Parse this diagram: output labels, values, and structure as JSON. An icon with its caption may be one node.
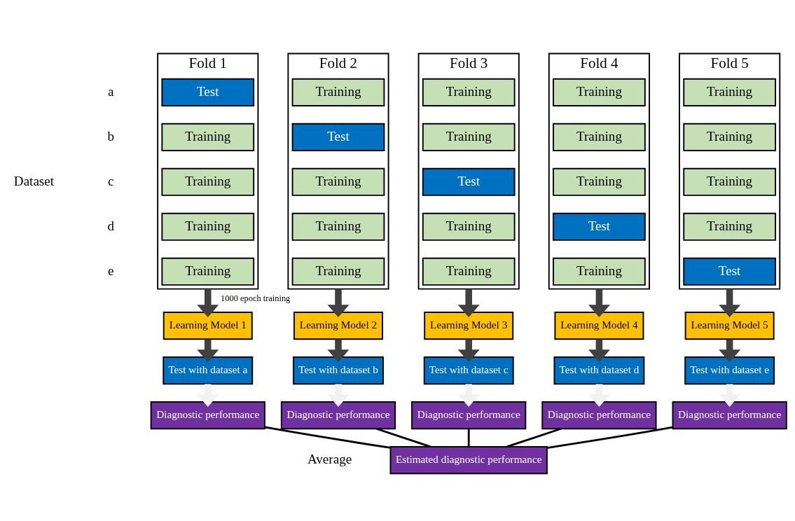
{
  "diagram": {
    "nodes": [
      {
        "text": [
          "Fold 1"
        ]
      },
      {
        "text": [
          "Test"
        ],
        "in": 0
      },
      {
        "text": [
          "Training"
        ],
        "in": 0
      },
      {
        "text": [
          "Training"
        ],
        "in": 0
      },
      {
        "text": [
          "Training"
        ],
        "in": 0
      },
      {
        "text": [
          "Training"
        ],
        "in": 0
      },
      {
        "text": [
          "Fold 2"
        ]
      },
      {
        "text": [
          "Training"
        ],
        "in": 6
      },
      {
        "text": [
          "Test"
        ],
        "in": 6
      },
      {
        "text": [
          "Training"
        ],
        "in": 6
      },
      {
        "text": [
          "Training"
        ],
        "in": 6
      },
      {
        "text": [
          "Training"
        ],
        "in": 6
      },
      {
        "text": [
          "Fold 3"
        ]
      },
      {
        "text": [
          "Training"
        ],
        "in": 12
      },
      {
        "text": [
          "Training"
        ],
        "in": 12
      },
      {
        "text": [
          "Test"
        ],
        "in": 12
      },
      {
        "text": [
          "Training"
        ],
        "in": 12
      },
      {
        "text": [
          "Training"
        ],
        "in": 12
      },
      {
        "text": [
          "Fold 4"
        ]
      },
      {
        "text": [
          "Training"
        ],
        "in": 18
      },
      {
        "text": [
          "Training"
        ],
        "in": 18
      },
      {
        "text": [
          "Training"
        ],
        "in": 18
      },
      {
        "text": [
          "Test"
        ],
        "in": 18
      },
      {
        "text": [
          "Training"
        ],
        "in": 18
      },
      {
        "text": [
          "Fold 5"
        ]
      },
      {
        "text": [
          "Training"
        ],
        "in": 24
      },
      {
        "text": [
          "Training"
        ],
        "in": 24
      },
      {
        "text": [
          "Training"
        ],
        "in": 24
      },
      {
        "text": [
          "Training"
        ],
        "in": 24
      },
      {
        "text": [
          "Test"
        ],
        "in": 24
      },
      {
        "text": [
          "Learning Model 1"
        ]
      },
      {
        "text": [
          "Learning Model 2"
        ]
      },
      {
        "text": [
          "Learning Model 3"
        ]
      },
      {
        "text": [
          "Learning Model 4"
        ]
      },
      {
        "text": [
          "Learning Model 5"
        ]
      },
      {
        "text": [
          "Test with dataset a"
        ]
      },
      {
        "text": [
          "Test with dataset b"
        ]
      },
      {
        "text": [
          "Test with dataset c"
        ]
      },
      {
        "text": [
          "Test with dataset d"
        ]
      },
      {
        "text": [
          "Test with dataset e"
        ]
      },
      {
        "text": [
          "Diagnostic performance"
        ]
      },
      {
        "text": [
          "Diagnostic performance"
        ]
      },
      {
        "text": [
          "Diagnostic performance"
        ]
      },
      {
        "text": [
          "Diagnostic performance"
        ]
      },
      {
        "text": [
          "Diagnostic performance"
        ]
      },
      {
        "text": [
          "Estimated diagnostic performance"
        ]
      }
    ],
    "edges": [
      {
        "from": 0,
        "to": 30,
        "arrow": "to",
        "label": "1000 epoch training"
      },
      {
        "from": 6,
        "to": 31,
        "arrow": "to"
      },
      {
        "from": 12,
        "to": 32,
        "arrow": "to"
      },
      {
        "from": 18,
        "to": 33,
        "arrow": "to"
      },
      {
        "from": 24,
        "to": 34,
        "arrow": "to"
      },
      {
        "from": 30,
        "to": 35,
        "arrow": "to"
      },
      {
        "from": 31,
        "to": 36,
        "arrow": "to"
      },
      {
        "from": 32,
        "to": 37,
        "arrow": "to"
      },
      {
        "from": 33,
        "to": 38,
        "arrow": "to"
      },
      {
        "from": 34,
        "to": 39,
        "arrow": "to"
      },
      {
        "from": 35,
        "to": 40,
        "arrow": "to",
        "color": "#f2f2f2"
      },
      {
        "from": 36,
        "to": 41,
        "arrow": "to",
        "color": "#f2f2f2"
      },
      {
        "from": 37,
        "to": 42,
        "arrow": "to",
        "color": "#f2f2f2"
      },
      {
        "from": 38,
        "to": 43,
        "arrow": "to",
        "color": "#f2f2f2"
      },
      {
        "from": 39,
        "to": 44,
        "arrow": "to",
        "color": "#f2f2f2"
      },
      {
        "from": 40,
        "to": 45,
        "arrow": "none"
      },
      {
        "from": 41,
        "to": 45,
        "arrow": "none"
      },
      {
        "from": 42,
        "to": 45,
        "arrow": "none"
      },
      {
        "from": 43,
        "to": 45,
        "arrow": "none"
      },
      {
        "from": 44,
        "to": 45,
        "arrow": "none"
      }
    ],
    "labels": [
      "Dataset",
      "a",
      "b",
      "c",
      "d",
      "e",
      "Average"
    ]
  }
}
